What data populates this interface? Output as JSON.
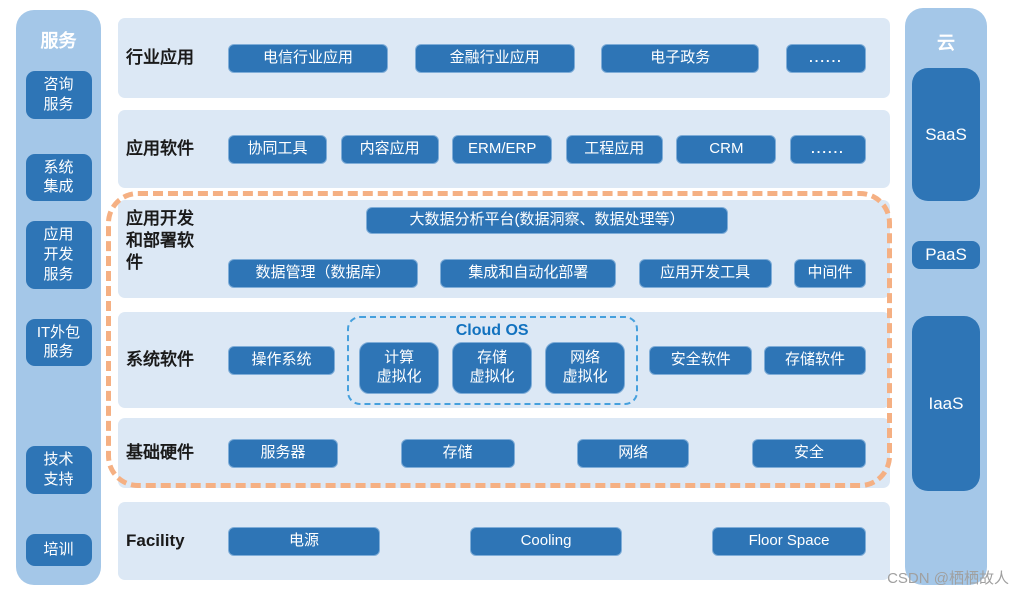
{
  "colors": {
    "accent": "#2e75b6",
    "sidebar-bg": "#a4c7e8",
    "row-bg": "#dce8f5",
    "dashed-orange": "#f5b083",
    "cloudos-text": "#1272bf",
    "cloudos-border": "#46a0dd",
    "label-color": "#1a1a1a",
    "watermark-color": "#a0a0a0"
  },
  "left_sidebar": {
    "title": "服务",
    "items": [
      "咨询\n服务",
      "系统\n集成",
      "应用\n开发\n服务",
      "IT外包\n服务",
      "技术\n支持",
      "培训"
    ]
  },
  "right_sidebar": {
    "title": "云",
    "items": [
      "SaaS",
      "PaaS",
      "IaaS"
    ]
  },
  "main": {
    "rows": [
      {
        "label": "行业应用",
        "boxes": [
          "电信行业应用",
          "金融行业应用",
          "电子政务",
          "......"
        ]
      },
      {
        "label": "应用软件",
        "boxes": [
          "协同工具",
          "内容应用",
          "ERM/ERP",
          "工程应用",
          "CRM",
          "......"
        ]
      },
      {
        "label": "应用开发\n和部署软\n件",
        "top_box": "大数据分析平台(数据洞察、数据处理等）",
        "boxes": [
          "数据管理（数据库）",
          "集成和自动化部署",
          "应用开发工具",
          "中间件"
        ]
      },
      {
        "label": "系统软件",
        "left_box": "操作系统",
        "cloud_os": {
          "title": "Cloud OS",
          "boxes": [
            "计算\n虚拟化",
            "存储\n虚拟化",
            "网络\n虚拟化"
          ]
        },
        "right_boxes": [
          "安全软件",
          "存储软件"
        ]
      },
      {
        "label": "基础硬件",
        "boxes": [
          "服务器",
          "存储",
          "网络",
          "安全"
        ]
      },
      {
        "label": "Facility",
        "boxes": [
          "电源",
          "Cooling",
          "Floor Space"
        ]
      }
    ]
  },
  "watermark": "CSDN @栖栖故人"
}
